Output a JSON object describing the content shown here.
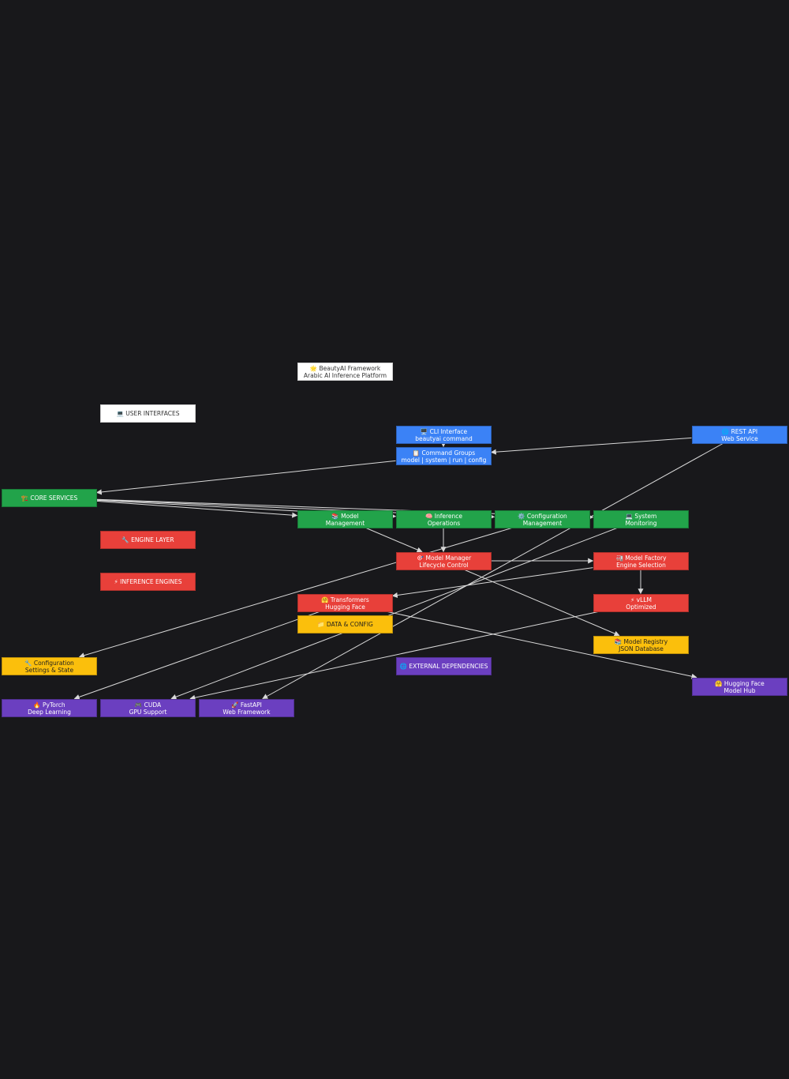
{
  "colors": {
    "background": "#18181b",
    "white": "#ffffff",
    "blue": "#3b82f6",
    "green": "#22a34a",
    "red": "#e8403a",
    "yellow": "#fbbf0c",
    "purple": "#6b3fc0",
    "edge": "#d9d9d9"
  },
  "nodes": {
    "framework": {
      "icon": "star-icon",
      "line1": "🌟 BeautyAI Framework",
      "line2": "Arabic AI Inference Platform"
    },
    "user_interfaces": {
      "icon": "laptop-icon",
      "line1": "💻 USER INTERFACES"
    },
    "cli": {
      "icon": "desktop-icon",
      "line1": "🖥️ CLI Interface",
      "line2": "beautyai command"
    },
    "rest_api": {
      "icon": "globe-icon",
      "line1": "🌐 REST API",
      "line2": "Web Service"
    },
    "command_groups": {
      "icon": "clipboard-icon",
      "line1": "📋 Command Groups",
      "line2": "model | system | run | config"
    },
    "core_services": {
      "icon": "building-icon",
      "line1": "🏗️ CORE SERVICES"
    },
    "model_management": {
      "icon": "books-icon",
      "line1": "📚 Model",
      "line2": "Management"
    },
    "inference_operations": {
      "icon": "brain-icon",
      "line1": "🧠 Inference",
      "line2": "Operations"
    },
    "configuration_management": {
      "icon": "gear-icon",
      "line1": "⚙️ Configuration",
      "line2": "Management"
    },
    "system_monitoring": {
      "icon": "laptop-icon",
      "line1": "💻 System",
      "line2": "Monitoring"
    },
    "engine_layer": {
      "icon": "wrench-icon",
      "line1": "🔧 ENGINE LAYER"
    },
    "model_manager": {
      "icon": "target-icon",
      "line1": "🎯 Model Manager",
      "line2": "Lifecycle Control"
    },
    "model_factory": {
      "icon": "factory-icon",
      "line1": "🏭 Model Factory",
      "line2": "Engine Selection"
    },
    "inference_engines": {
      "icon": "lightning-icon",
      "line1": "⚡ INFERENCE ENGINES"
    },
    "transformers": {
      "icon": "hugging-face-icon",
      "line1": "🤗 Transformers",
      "line2": "Hugging Face"
    },
    "vllm": {
      "icon": "lightning-icon",
      "line1": "⚡ vLLM",
      "line2": "Optimized"
    },
    "data_config": {
      "icon": "folder-icon",
      "line1": "📁 DATA & CONFIG"
    },
    "model_registry": {
      "icon": "books-icon",
      "line1": "📚 Model Registry",
      "line2": "JSON Database"
    },
    "configuration": {
      "icon": "wrench-icon",
      "line1": "🔧 Configuration",
      "line2": "Settings & State"
    },
    "external_dependencies": {
      "icon": "globe-icon",
      "line1": "🌐 EXTERNAL DEPENDENCIES"
    },
    "hugging_face_hub": {
      "icon": "hugging-face-icon",
      "line1": "🤗 Hugging Face",
      "line2": "Model Hub"
    },
    "pytorch": {
      "icon": "fire-icon",
      "line1": "🔥 PyTorch",
      "line2": "Deep Learning"
    },
    "cuda": {
      "icon": "gamepad-icon",
      "line1": "🎮 CUDA",
      "line2": "GPU Support"
    },
    "fastapi": {
      "icon": "rocket-icon",
      "line1": "🚀 FastAPI",
      "line2": "Web Framework"
    }
  },
  "edges": [
    {
      "from": "cli",
      "to": "command_groups"
    },
    {
      "from": "rest_api",
      "to": "command_groups"
    },
    {
      "from": "command_groups",
      "to": "core_services"
    },
    {
      "from": "core_services",
      "to": "model_management"
    },
    {
      "from": "core_services",
      "to": "inference_operations"
    },
    {
      "from": "core_services",
      "to": "configuration_management"
    },
    {
      "from": "core_services",
      "to": "system_monitoring"
    },
    {
      "from": "model_management",
      "to": "model_manager"
    },
    {
      "from": "inference_operations",
      "to": "model_manager"
    },
    {
      "from": "configuration_management",
      "to": "configuration"
    },
    {
      "from": "system_monitoring",
      "to": "cuda"
    },
    {
      "from": "model_manager",
      "to": "model_factory"
    },
    {
      "from": "model_manager",
      "to": "model_registry"
    },
    {
      "from": "model_factory",
      "to": "transformers"
    },
    {
      "from": "model_factory",
      "to": "vllm"
    },
    {
      "from": "transformers",
      "to": "hugging_face_hub"
    },
    {
      "from": "transformers",
      "to": "pytorch"
    },
    {
      "from": "vllm",
      "to": "cuda"
    },
    {
      "from": "rest_api",
      "to": "fastapi"
    }
  ]
}
